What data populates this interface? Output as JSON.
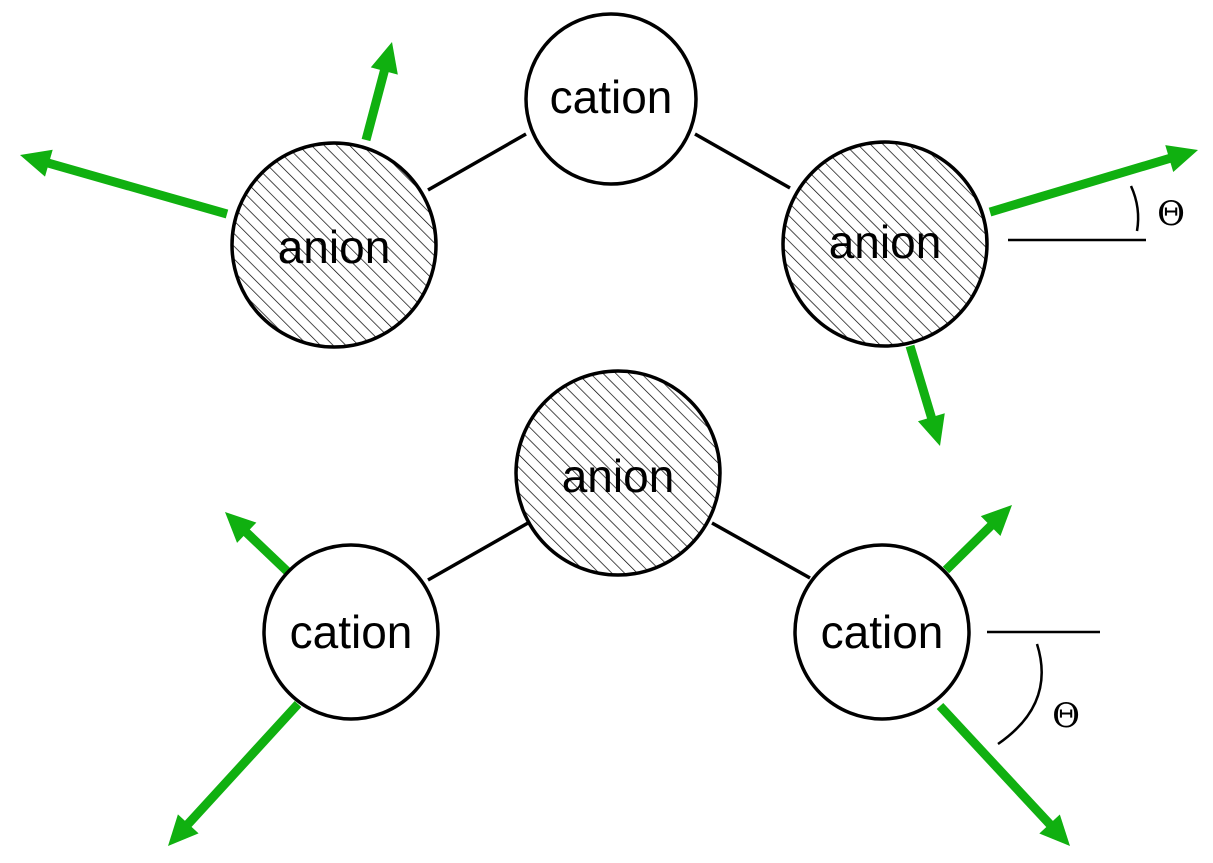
{
  "colors": {
    "arrow": "#10b010",
    "outline": "#000000",
    "cation_fill": "#ffffff",
    "anion_hatch": "#000000"
  },
  "labels": {
    "top_cation": "cation",
    "top_left_anion": "anion",
    "top_right_anion": "anion",
    "bottom_anion": "anion",
    "bottom_left_cation": "cation",
    "bottom_right_cation": "cation",
    "theta_top": "Θ",
    "theta_bottom": "Θ"
  },
  "icons": {
    "arrow": "green-displacement-arrow",
    "anion_fill": "diagonal-hatch-pattern"
  }
}
